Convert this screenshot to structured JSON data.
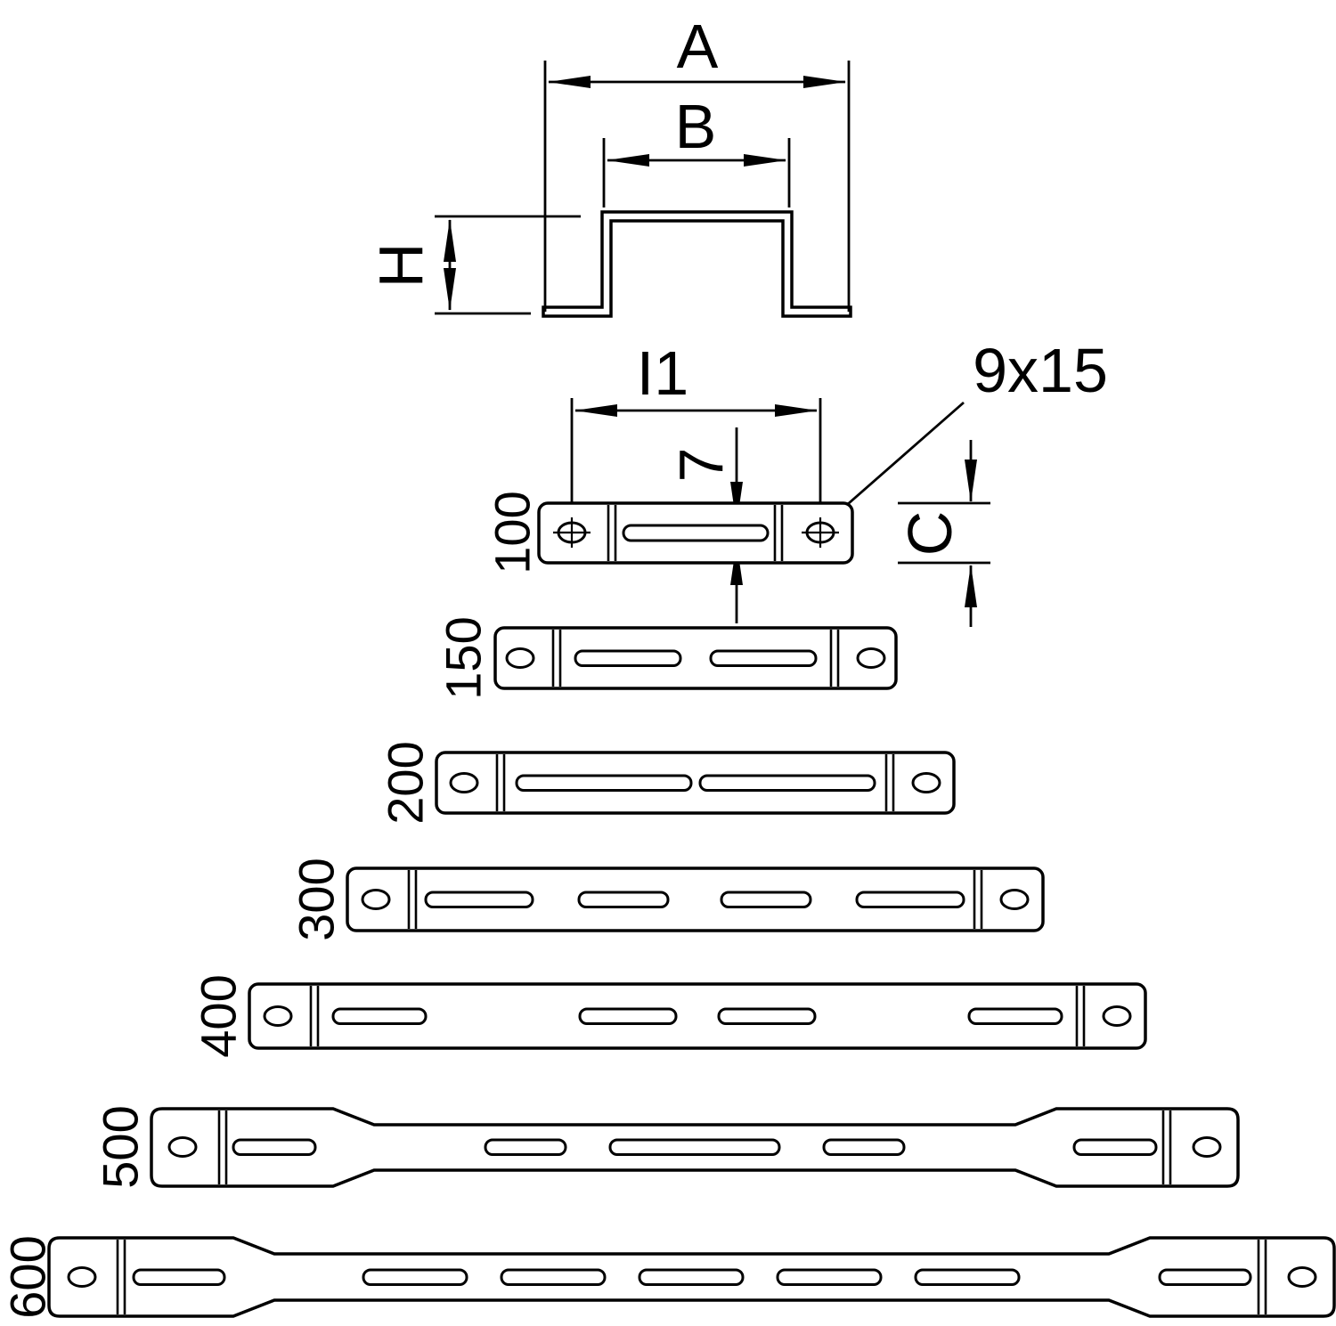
{
  "page": {
    "background_color": "#ffffff",
    "line_color": "#000000"
  },
  "drawing": {
    "dimension_labels": {
      "overall_width": "A",
      "inner_width": "B",
      "profile_height": "H",
      "hole_distance": "I1",
      "slot_height": "7",
      "hole_size": "9x15",
      "flange_width": "C"
    },
    "size_variants": [
      "100",
      "150",
      "200",
      "300",
      "400",
      "500",
      "600"
    ]
  }
}
